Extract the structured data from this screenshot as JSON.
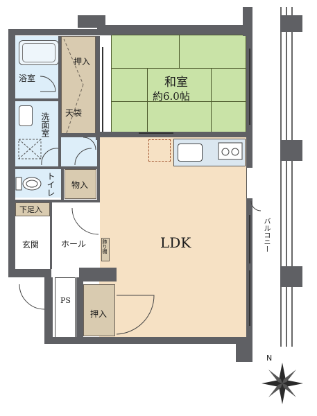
{
  "rooms": {
    "washitsu": "和室",
    "washitsu_size": "約6.0帖",
    "oshiire_top": "押入",
    "tenbukuro": "天袋",
    "yokushitsu": "浴室",
    "senmenshitsu": "洗面室",
    "toilet": "トイレ",
    "monoire": "物入",
    "geta": "下足入",
    "genkan": "玄関",
    "hall": "ホール",
    "kazaridana": "飾り棚",
    "ldk": "LDK",
    "ps": "PS",
    "oshiire_bottom": "押入",
    "balcony": "バルコニー"
  },
  "compass": {
    "north_label": "N"
  },
  "colors": {
    "wall": "#5f6064",
    "tatami": "#c9e3a7",
    "floor": "#f6e1c4",
    "wet": "#ddeef9",
    "storage": "#d9cbb0",
    "counter": "#dbe7f0"
  }
}
